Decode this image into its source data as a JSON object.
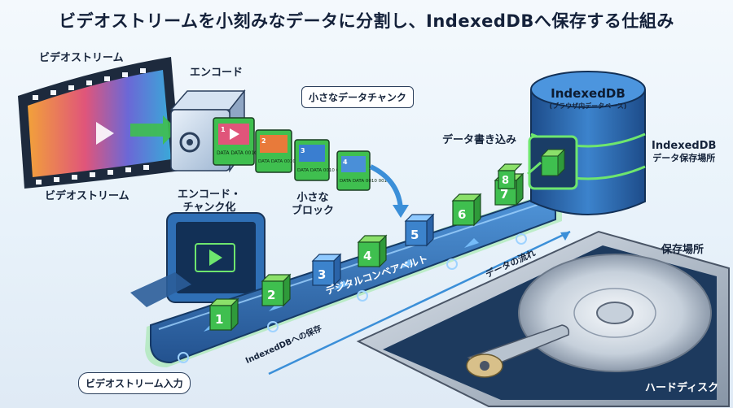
{
  "title": "ビデオストリームを小刻みなデータに分割し、IndexedDBへ保存する仕組み",
  "labels": {
    "video_stream_top": "ビデオストリーム",
    "video_stream_bottom": "ビデオストリーム",
    "encode": "エンコード",
    "encode_chunk_line1": "エンコード・",
    "encode_chunk_line2": "チャンク化",
    "small_chunks": "小さなデータチャンク",
    "small_block_line1": "小さな",
    "small_block_line2": "ブロック",
    "data_write": "データ書き込み",
    "db_title": "IndexedDB",
    "db_subtitle": "(ブラウザ内データベース)",
    "db_store_line1": "IndexedDB",
    "db_store_line2": "データ保存場所",
    "storage_location": "保存場所",
    "data_flow": "データの流れ",
    "conveyor": "デジタルコンベアベルト",
    "save_to_db": "IndexedDBへの保存",
    "stream_input": "ビデオストリーム入力",
    "hard_disk": "ハードディスク"
  },
  "chunk_card_numbers": [
    "1",
    "2",
    "3",
    "4"
  ],
  "chunk_card_text": "DATA DATA 0010 0010",
  "belt_blocks": [
    "1",
    "2",
    "3",
    "4",
    "5",
    "6",
    "7",
    "8"
  ],
  "colors": {
    "accent_green": "#3fbf4f",
    "belt_blue": "#2f6fb5",
    "db_blue": "#2a63a8",
    "glow": "#6ee66e"
  }
}
